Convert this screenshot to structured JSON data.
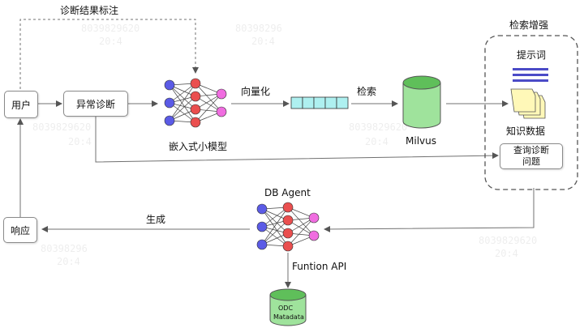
{
  "nodes": {
    "user": "用户",
    "anomaly_diagnosis": "异常诊断",
    "response": "响应",
    "embed_model": "嵌入式小模型",
    "milvus": "Milvus",
    "retrieval_enhance": "检索增强",
    "prompt": "提示词",
    "knowledge_data": "知识数据",
    "query_line1": "查询诊断",
    "query_line2": "问题",
    "db_agent": "DB Agent",
    "odc_line1": "ODC",
    "odc_line2": "Matadata"
  },
  "edges": {
    "diagnosis_result": "诊断结果标注",
    "vectorize": "向量化",
    "retrieve": "检索",
    "generate": "生成",
    "function_api": "Funtion API"
  },
  "watermarks": [
    "8039829620",
    "20:4",
    "80398296",
    "20:4",
    "8039829620",
    "20:4",
    "8039829620",
    "20:4",
    "80398296",
    "20:4",
    "8039829620",
    "20:4"
  ],
  "colors": {
    "line": "#6e6e6e",
    "neuron_input": "#5b5be6",
    "neuron_hidden": "#ea4f4f",
    "neuron_output": "#f06de0",
    "vector_cell": "#aef0f0",
    "cylinder": "#9fe39c",
    "cylinder_dark": "#5fbf5a",
    "prompt_lines": "#4b4bc7",
    "doc": "#fff8b8"
  }
}
